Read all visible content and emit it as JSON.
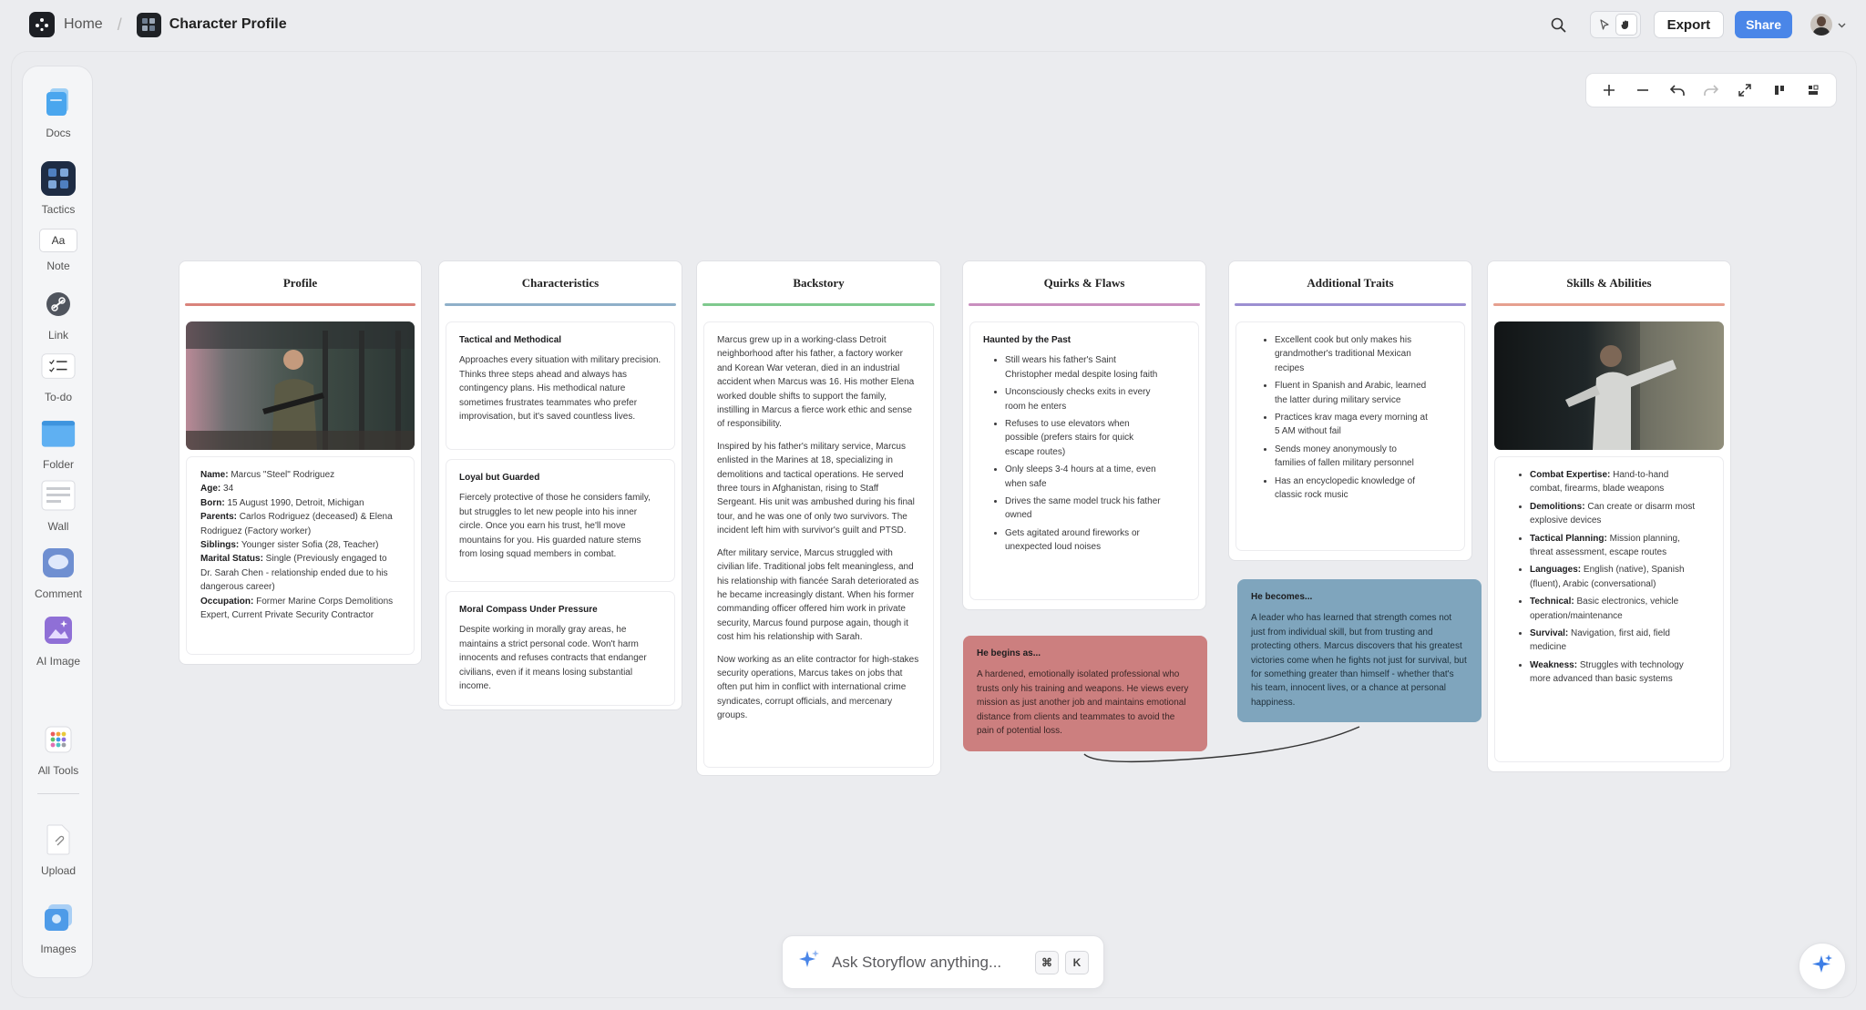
{
  "topbar": {
    "home_label": "Home",
    "doc_title": "Character Profile",
    "export_label": "Export",
    "share_label": "Share"
  },
  "sidebar": {
    "tools": [
      {
        "label": "Docs",
        "icon": "docs-icon"
      },
      {
        "label": "Tactics",
        "icon": "tactics-icon"
      },
      {
        "label": "Note",
        "icon": "note-icon",
        "glyph": "Aa"
      },
      {
        "label": "Link",
        "icon": "link-icon"
      },
      {
        "label": "To-do",
        "icon": "todo-icon"
      },
      {
        "label": "Folder",
        "icon": "folder-icon"
      },
      {
        "label": "Wall",
        "icon": "wall-icon"
      },
      {
        "label": "Comment",
        "icon": "comment-icon"
      },
      {
        "label": "AI Image",
        "icon": "ai-image-icon"
      },
      {
        "label": "All Tools",
        "icon": "all-tools-icon"
      },
      {
        "label": "Upload",
        "icon": "upload-icon"
      },
      {
        "label": "Images",
        "icon": "images-icon"
      }
    ]
  },
  "colors": {
    "accent": "#4a86e8",
    "profile_underline": "#d9837b",
    "characteristics_underline": "#8fb0c9",
    "backstory_underline": "#7fc98e",
    "quirks_underline": "#c98fbf",
    "additional_underline": "#9c8fd1",
    "skills_underline": "#e6a08f",
    "begins_note_bg": "#cc7f7f",
    "becomes_note_bg": "#7fa5bd"
  },
  "cards": {
    "profile": {
      "title": "Profile",
      "fields": [
        {
          "k": "Name:",
          "v": " Marcus \"Steel\" Rodriguez"
        },
        {
          "k": "Age:",
          "v": " 34"
        },
        {
          "k": "Born:",
          "v": " 15 August 1990, Detroit, Michigan"
        },
        {
          "k": "Parents:",
          "v": " Carlos Rodriguez (deceased) & Elena Rodriguez (Factory worker)"
        },
        {
          "k": "Siblings:",
          "v": " Younger sister Sofia (28, Teacher)"
        },
        {
          "k": "Marital Status:",
          "v": " Single (Previously engaged to Dr. Sarah Chen - relationship ended due to his dangerous career)"
        },
        {
          "k": "Occupation:",
          "v": " Former Marine Corps Demolitions Expert, Current Private Security Contractor"
        }
      ]
    },
    "characteristics": {
      "title": "Characteristics",
      "blocks": [
        {
          "h": "Tactical and Methodical",
          "t": "Approaches every situation with military precision. Thinks three steps ahead and always has contingency plans. His methodical nature sometimes frustrates teammates who prefer improvisation, but it's saved countless lives."
        },
        {
          "h": "Loyal but Guarded",
          "t": "Fiercely protective of those he considers family, but struggles to let new people into his inner circle. Once you earn his trust, he'll move mountains for you. His guarded nature stems from losing squad members in combat."
        },
        {
          "h": "Moral Compass Under Pressure",
          "t": "Despite working in morally gray areas, he maintains a strict personal code. Won't harm innocents and refuses contracts that endanger civilians, even if it means losing substantial income."
        }
      ]
    },
    "backstory": {
      "title": "Backstory",
      "paragraphs": [
        "Marcus grew up in a working-class Detroit neighborhood after his father, a factory worker and Korean War veteran, died in an industrial accident when Marcus was 16. His mother Elena worked double shifts to support the family, instilling in Marcus a fierce work ethic and sense of responsibility.",
        "Inspired by his father's military service, Marcus enlisted in the Marines at 18, specializing in demolitions and tactical operations. He served three tours in Afghanistan, rising to Staff Sergeant. His unit was ambushed during his final tour, and he was one of only two survivors. The incident left him with survivor's guilt and PTSD.",
        "After military service, Marcus struggled with civilian life. Traditional jobs felt meaningless, and his relationship with fiancée Sarah deteriorated as he became increasingly distant. When his former commanding officer offered him work in private security, Marcus found purpose again, though it cost him his relationship with Sarah.",
        "Now working as an elite contractor for high-stakes security operations, Marcus takes on jobs that often put him in conflict with international crime syndicates, corrupt officials, and mercenary groups."
      ]
    },
    "quirks": {
      "title": "Quirks & Flaws",
      "heading": "Haunted by the Past",
      "items": [
        "Still wears his father's Saint Christopher medal despite losing faith",
        "Unconsciously checks exits in every room he enters",
        "Refuses to use elevators when possible (prefers stairs for quick escape routes)",
        "Only sleeps 3-4 hours at a time, even when safe",
        "Drives the same model truck his father owned",
        "Gets agitated around fireworks or unexpected loud noises"
      ]
    },
    "additional": {
      "title": "Additional Traits",
      "items": [
        "Excellent cook but only makes his grandmother's traditional Mexican recipes",
        "Fluent in Spanish and Arabic, learned the latter during military service",
        "Practices krav maga every morning at 5 AM without fail",
        "Sends money anonymously to families of fallen military personnel",
        "Has an encyclopedic knowledge of classic rock music"
      ]
    },
    "skills": {
      "title": "Skills & Abilities",
      "items": [
        {
          "k": "Combat Expertise:",
          "v": " Hand-to-hand combat, firearms, blade weapons"
        },
        {
          "k": "Demolitions:",
          "v": " Can create or disarm most explosive devices"
        },
        {
          "k": "Tactical Planning:",
          "v": " Mission planning, threat assessment, escape routes"
        },
        {
          "k": "Languages:",
          "v": " English (native), Spanish (fluent), Arabic (conversational)"
        },
        {
          "k": "Technical:",
          "v": " Basic electronics, vehicle operation/maintenance"
        },
        {
          "k": "Survival:",
          "v": " Navigation, first aid, field medicine"
        },
        {
          "k": "Weakness:",
          "v": " Struggles with technology more advanced than basic systems"
        }
      ]
    }
  },
  "notes": {
    "begins": {
      "title": "He begins as...",
      "text": "A hardened, emotionally isolated professional who trusts only his training and weapons. He views every mission as just another job and maintains emotional distance from clients and teammates to avoid the pain of potential loss."
    },
    "becomes": {
      "title": "He becomes...",
      "text": "A leader who has learned that strength comes not just from individual skill, but from trusting and protecting others. Marcus discovers that his greatest victories come when he fights not just for survival, but for something greater than himself - whether that's his team, innocent lives, or a chance at personal happiness."
    }
  },
  "askbar": {
    "placeholder": "Ask Storyflow anything...",
    "key1": "⌘",
    "key2": "K"
  }
}
